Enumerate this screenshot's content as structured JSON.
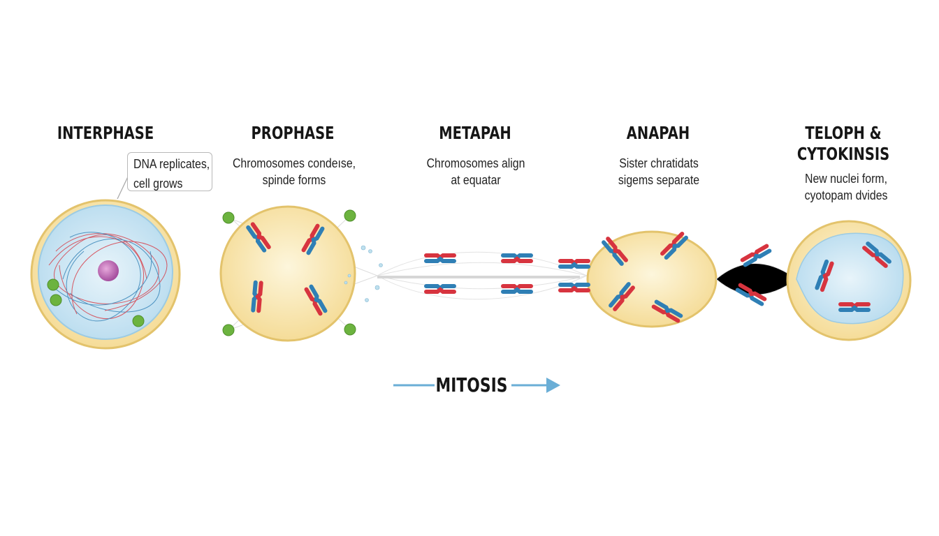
{
  "stages": [
    {
      "title": "INTERPHASE",
      "desc": [
        "DNA replicates,",
        "cell grows"
      ]
    },
    {
      "title": "PROPHASE",
      "desc": [
        "Chromosomes condeıse,",
        "spinde forms"
      ]
    },
    {
      "title": "METAPAH",
      "desc": [
        "Chromosomes align",
        "at equatar"
      ]
    },
    {
      "title": "ANAPAH",
      "desc": [
        "Sister chratidats",
        "sigems separate"
      ]
    },
    {
      "title": [
        "TELOPH &",
        "CYTOKINSIS"
      ],
      "desc": [
        "New nuclei form,",
        "cyotopam dvides"
      ]
    }
  ],
  "arrow_label": "MITOSIS",
  "colors": {
    "cell_fill": "#f7e3a4",
    "cell_border": "#e3c36c",
    "nucleus": "#cde6f3",
    "chrom_red": "#d7343f",
    "chrom_blue": "#2f7fb5",
    "centrosome": "#6cb33f",
    "arrow": "#6aaed6"
  }
}
